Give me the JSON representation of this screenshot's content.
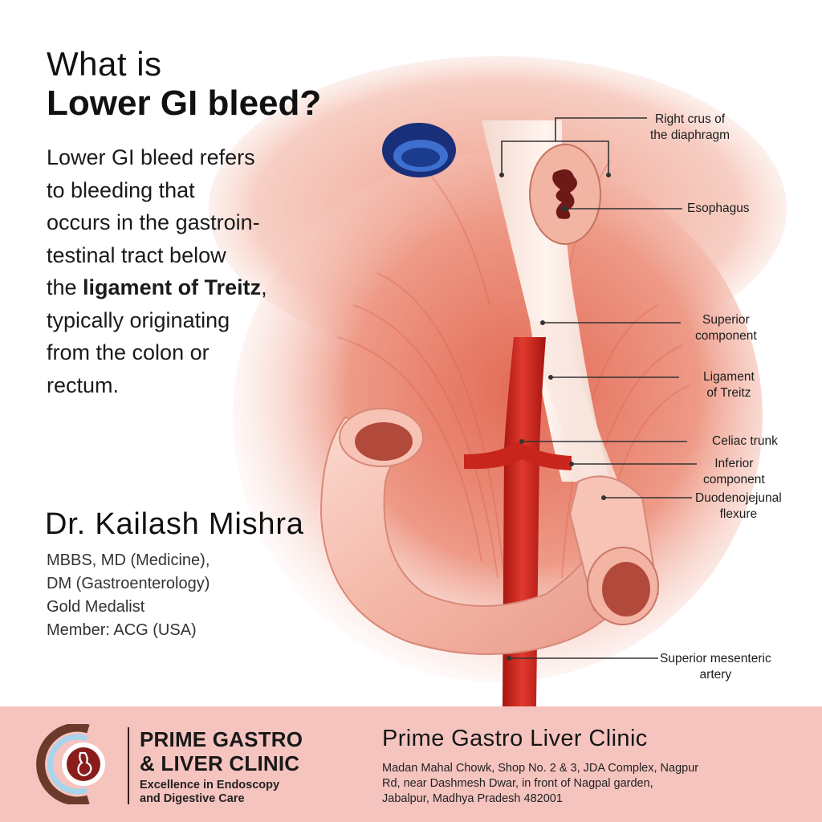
{
  "heading": {
    "line1": "What is",
    "line2": "Lower GI bleed?"
  },
  "intro": {
    "lines": [
      "Lower GI bleed refers",
      "to bleeding that",
      "occurs in the gastroin-",
      "testinal tract below"
    ],
    "line5_prefix": "the ",
    "line5_bold": "ligament of Treitz",
    "line5_suffix": ",",
    "line6": "typically originating",
    "line7": "from the colon or",
    "line8": "rectum."
  },
  "doctor": {
    "name": "Dr. Kailash Mishra",
    "credentials": [
      "MBBS, MD (Medicine),",
      "DM (Gastroenterology)",
      "Gold Medalist",
      "Member: ACG (USA)"
    ]
  },
  "labels": {
    "right_crus": [
      "Right crus of",
      "the diaphragm"
    ],
    "esophagus": "Esophagus",
    "superior_component": [
      "Superior",
      "component"
    ],
    "ligament_treitz": [
      "Ligament",
      "of Treitz"
    ],
    "celiac_trunk": "Celiac trunk",
    "inferior_component": [
      "Inferior",
      "component"
    ],
    "duodenojejunal": [
      "Duodenojejunal",
      "flexure"
    ],
    "sma": [
      "Superior mesenteric",
      "artery"
    ]
  },
  "footer": {
    "brand_line1": "PRIME GASTRO",
    "brand_line2": "& LIVER CLINIC",
    "tagline_line1": "Excellence in Endoscopy",
    "tagline_line2": "and Digestive Care",
    "clinic_name": "Prime Gastro Liver Clinic",
    "address_lines": [
      "Madan Mahal Chowk, Shop No. 2 & 3, JDA Complex, Nagpur",
      "Rd, near Dashmesh Dwar, in front of Nagpal garden,",
      "Jabalpur, Madhya Pradesh 482001"
    ]
  },
  "colors": {
    "muscle": "#e8806c",
    "artery": "#d62a22",
    "footer_bg": "#f5c4bf",
    "logo_brown": "#6b3a2a",
    "logo_maroon": "#8a1c1c",
    "logo_blue": "#a9d4ee"
  }
}
